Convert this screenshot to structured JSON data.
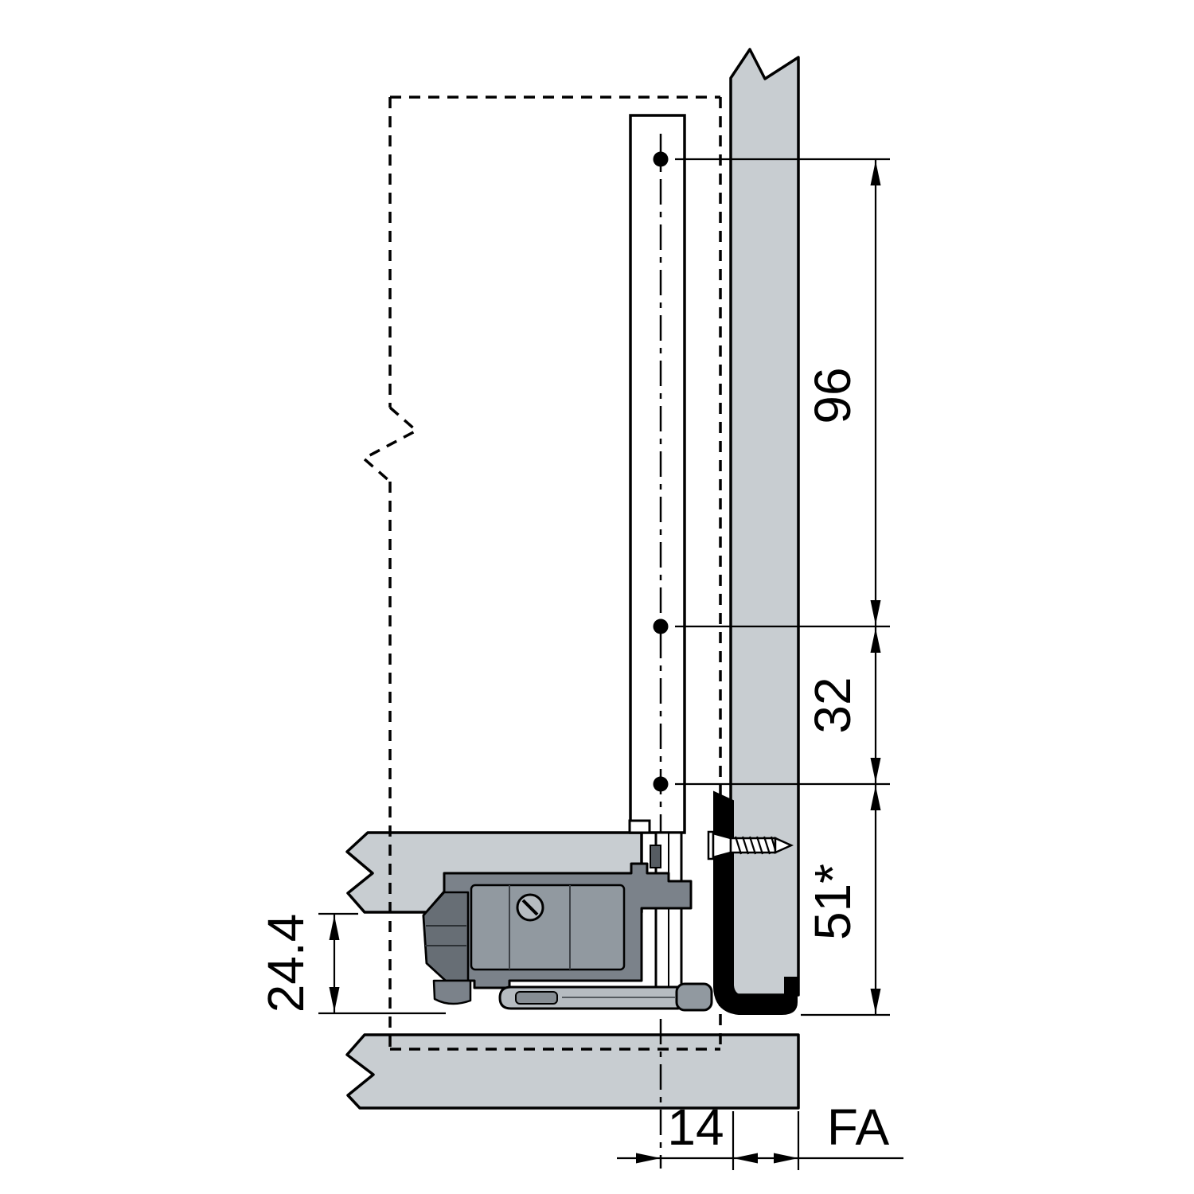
{
  "drawing": {
    "title": "drawer back fixing bracket side section with drilling dimensions",
    "labels": {
      "v96": "96",
      "v32": "32",
      "v51": "51*",
      "v244": "24.4",
      "v14": "14",
      "fa": "FA"
    },
    "colors": {
      "background": "#ffffff",
      "panel_gray": "#c8cdd1",
      "mech_dark": "#7b828a",
      "mech_mid": "#9199a0",
      "mech_light": "#b6bcc1",
      "mech_deep": "#676e75",
      "inset_gray": "#868d93",
      "clip_gray": "#565c62",
      "outline": "#000000"
    }
  }
}
